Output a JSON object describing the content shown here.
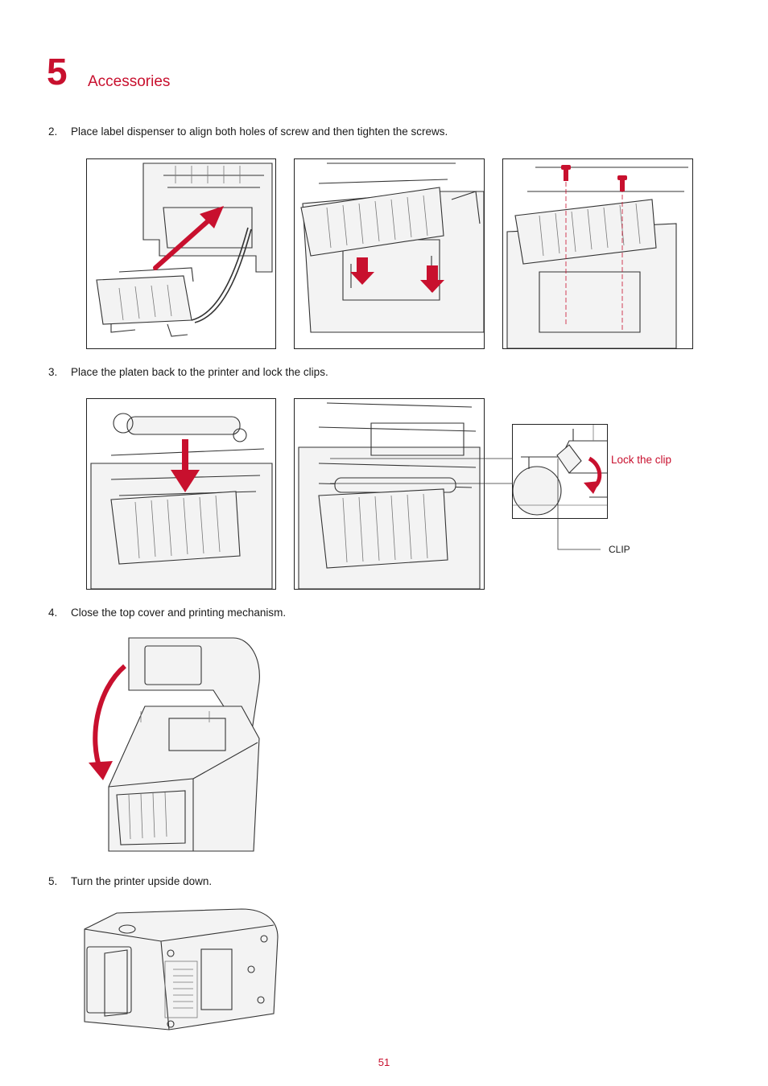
{
  "header": {
    "chapter_number": "5",
    "chapter_title": "Accessories"
  },
  "steps": [
    {
      "number": "2.",
      "text": "Place label dispenser to align both holes of screw and then tighten the screws."
    },
    {
      "number": "3.",
      "text": "Place the platen back to the printer and lock the clips."
    },
    {
      "number": "4.",
      "text": "Close the top cover and printing mechanism."
    },
    {
      "number": "5.",
      "text": "Turn the printer upside down."
    }
  ],
  "callouts": {
    "lock_the_clip": "Lock the clip",
    "clip": "CLIP"
  },
  "page_number": "51",
  "colors": {
    "accent": "#c8102e",
    "text": "#1a1a1a",
    "line": "#333333"
  }
}
